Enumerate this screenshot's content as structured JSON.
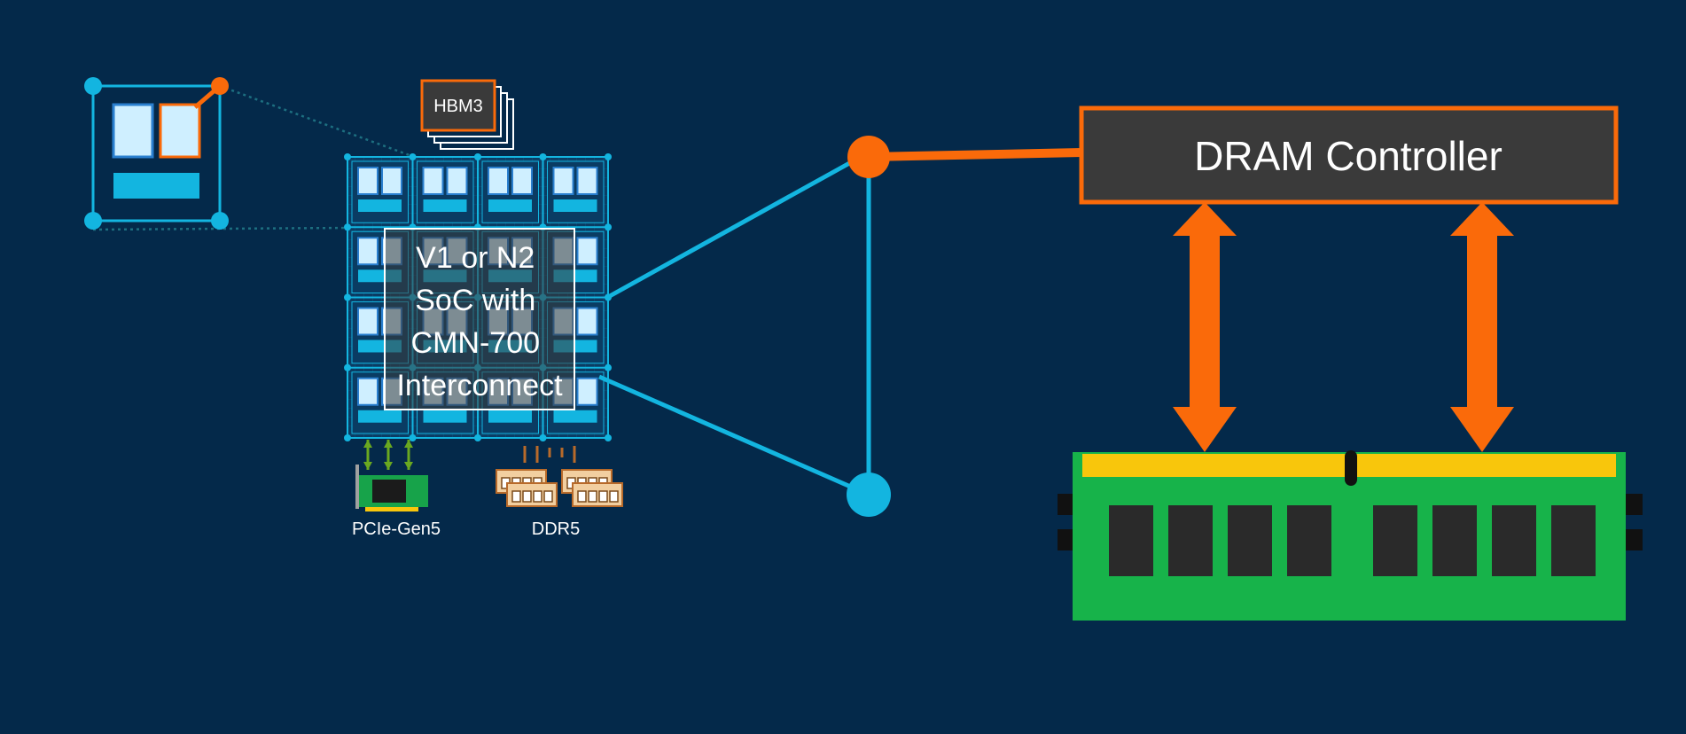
{
  "diagram": {
    "soc_label_lines": [
      "V1 or N2",
      "SoC with",
      "CMN-700",
      "Interconnect"
    ],
    "hbm_label": "HBM3",
    "pcie_label": "PCIe-Gen5",
    "ddr_label": "DDR5",
    "dram_controller_label": "DRAM Controller"
  },
  "colors": {
    "background": "#04294a",
    "cyan": "#13b5e0",
    "orange": "#fa6a0a",
    "tile_fill": "#0a3c63",
    "core_fill": "#cfefff",
    "core_border": "#2a7fcf",
    "dark_box": "#3a3a3a",
    "dimm_green": "#17b34a",
    "dimm_gold": "#f8c60c",
    "chip_dark": "#2a2a2a"
  },
  "icons": [
    "hbm3-stack-icon",
    "pcie-card-icon",
    "ddr5-modules-icon",
    "dram-module-icon",
    "core-zoom-icon"
  ]
}
